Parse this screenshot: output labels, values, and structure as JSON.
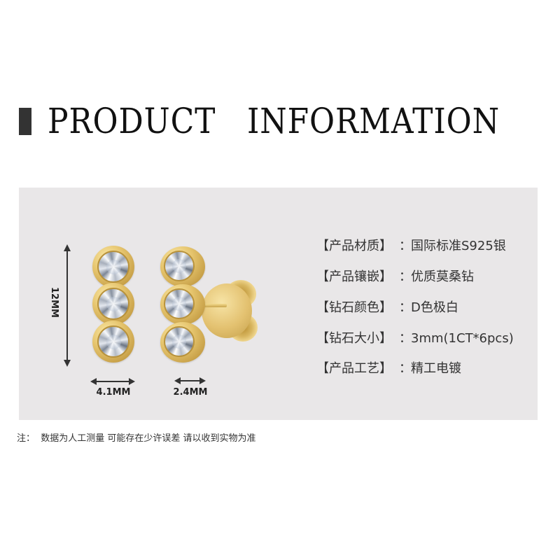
{
  "header": {
    "title": "PRODUCT   INFORMATION",
    "accent_bar_color": "#333333"
  },
  "product_image": {
    "description": "Gold bezel-set three-stone bar stud earrings, front and side views",
    "stones_per_earring": 3,
    "metal_color": "#e3c170",
    "dimensions": {
      "height_label": "12MM",
      "front_width_label": "4.1MM",
      "side_width_label": "2.4MM"
    }
  },
  "specs": [
    {
      "label": "【产品材质】",
      "colon": "：",
      "value": "国际标准S925银"
    },
    {
      "label": "【产品镶嵌】",
      "colon": "：",
      "value": "优质莫桑钻"
    },
    {
      "label": "【钻石颜色】",
      "colon": "：",
      "value": "D色极白"
    },
    {
      "label": "【钻石大小】",
      "colon": "：",
      "value": "3mm(1CT*6pcs)"
    },
    {
      "label": "【产品工艺】",
      "colon": "：",
      "value": "精工电镀"
    }
  ],
  "note": "注：  数据为人工测量 可能存在少许误差 请以收到实物为准",
  "colors": {
    "page_background": "#ffffff",
    "panel_background": "#e9e7e8",
    "text": "#333333"
  }
}
